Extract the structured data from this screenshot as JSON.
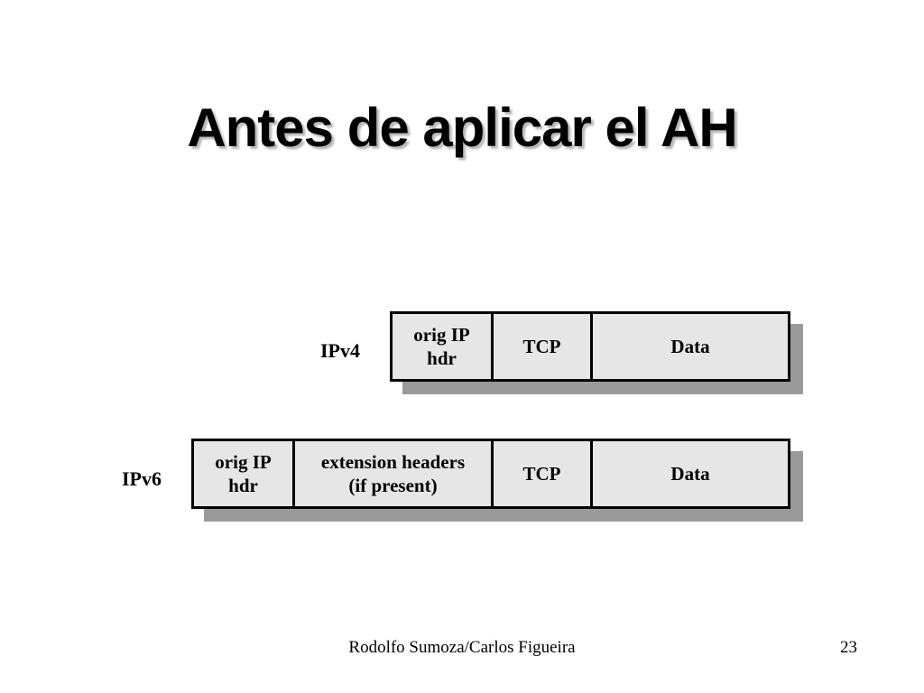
{
  "slide": {
    "title": "Antes de aplicar el AH"
  },
  "diagram": {
    "ipv4": {
      "label": "IPv4",
      "fields": [
        "orig IP\nhdr",
        "TCP",
        "Data"
      ]
    },
    "ipv6": {
      "label": "IPv6",
      "fields": [
        "orig IP\nhdr",
        "extension headers\n(if present)",
        "TCP",
        "Data"
      ]
    }
  },
  "footer": {
    "author": "Rodolfo Sumoza/Carlos Figueira",
    "page_number": "23"
  }
}
